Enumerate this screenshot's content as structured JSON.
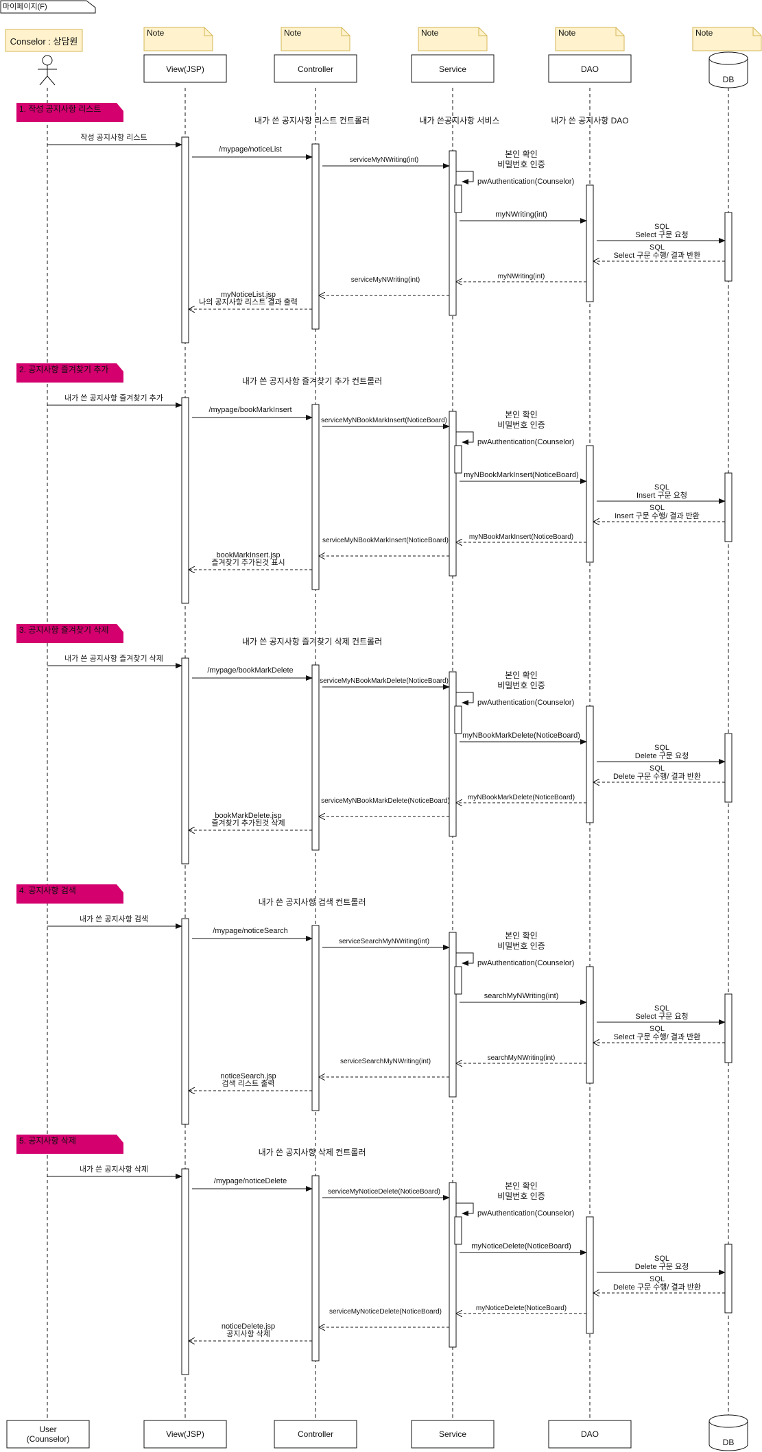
{
  "title": "마이페이지(F)",
  "actor": {
    "name": "Conselor : 상담원",
    "bottom": [
      "User",
      "(Counselor)"
    ]
  },
  "participants": [
    "View(JSP)",
    "Controller",
    "Service",
    "DAO",
    "DB"
  ],
  "note_label": "Note",
  "sections": [
    {
      "tag": "1. 작성 공지사항 리스트",
      "headers": [
        "내가 쓴 공지사항 리스트 컨트롤러",
        "내가 쓴공지사항 서비스",
        "내가 쓴 공지사항 DAO"
      ],
      "m1": "작성 공지사항 리스트",
      "m2": "/mypage/noticeList",
      "m3": "serviceMyNWriting(int)",
      "self_note": [
        "본인 확인",
        "비밀번호 인증"
      ],
      "self_call": "pwAuthentication(Counselor)",
      "m5": "myNWriting(int)",
      "db_req": [
        "SQL",
        "Select 구문 요청"
      ],
      "db_res": [
        "SQL",
        "Select 구문 수행/ 결과 반환"
      ],
      "r_dao": "myNWriting(int)",
      "r_svc": "serviceMyNWriting(int)",
      "r_view": [
        "myNoticeList.jsp",
        "나의 공지사항 리스트 결과 출력"
      ]
    },
    {
      "tag": "2. 공지사항 즐겨찾기 추가",
      "headers": [
        "내가 쓴 공지사항 즐겨찾기 추가 컨트롤러"
      ],
      "m1": "내가 쓴 공지사항 즐겨찾기 추가",
      "m2": "/mypage/bookMarkInsert",
      "m3": "serviceMyNBookMarkInsert(NoticeBoard)",
      "self_note": [
        "본인 확인",
        "비밀번호 인증"
      ],
      "self_call": "pwAuthentication(Counselor)",
      "m5": "myNBookMarkInsert(NoticeBoard)",
      "db_req": [
        "SQL",
        "Insert 구문 요청"
      ],
      "db_res": [
        "SQL",
        "Insert 구문 수행/ 결과 반환"
      ],
      "r_dao": "myNBookMarkInsert(NoticeBoard)",
      "r_svc": "serviceMyNBookMarkInsert(NoticeBoard)",
      "r_view": [
        "bookMarkInsert.jsp",
        "즐겨찾기 추가된것 표시"
      ]
    },
    {
      "tag": "3. 공지사항 즐겨찾기 삭제",
      "headers": [
        "내가 쓴 공지사항 즐겨찾기 삭제 컨트롤러"
      ],
      "m1": "내가 쓴 공지사항 즐겨찾기 삭제",
      "m2": "/mypage/bookMarkDelete",
      "m3": "serviceMyNBookMarkDelete(NoticeBoard)",
      "self_note": [
        "본인 확인",
        "비밀번호 인증"
      ],
      "self_call": "pwAuthentication(Counselor)",
      "m5": "myNBookMarkDelete(NoticeBoard)",
      "db_req": [
        "SQL",
        "Delete 구문 요청"
      ],
      "db_res": [
        "SQL",
        "Delete 구문 수행/ 결과 반환"
      ],
      "r_dao": "myNBookMarkDelete(NoticeBoard)",
      "r_svc": "serviceMyNBookMarkDelete(NoticeBoard)",
      "r_view": [
        "bookMarkDelete.jsp",
        "즐겨찾기 추가된것 삭제"
      ]
    },
    {
      "tag": "4. 공지사항 검색",
      "headers": [
        "내가 쓴 공지사항 검색 컨트롤러"
      ],
      "m1": "내가 쓴 공지사항 검색",
      "m2": "/mypage/noticeSearch",
      "m3": "serviceSearchMyNWriting(int)",
      "self_note": [
        "본인 확인",
        "비밀번호 인증"
      ],
      "self_call": "pwAuthentication(Counselor)",
      "m5": "searchMyNWriting(int)",
      "db_req": [
        "SQL",
        "Select 구문 요청"
      ],
      "db_res": [
        "SQL",
        "Select 구문 수행/ 결과 반환"
      ],
      "r_dao": "searchMyNWriting(int)",
      "r_svc": "serviceSearchMyNWriting(int)",
      "r_view": [
        "noticeSearch.jsp",
        "검색 리스트 출력"
      ]
    },
    {
      "tag": "5. 공지사항 삭제",
      "headers": [
        "내가 쓴 공지사항 삭제 컨트롤러"
      ],
      "m1": "내가 쓴 공지사항 삭제",
      "m2": "/mypage/noticeDelete",
      "m3": "serviceMyNoticeDelete(NoticeBoard)",
      "self_note": [
        "본인 확인",
        "비밀번호 인증"
      ],
      "self_call": "pwAuthentication(Counselor)",
      "m5": "myNoticeDelete(NoticeBoard)",
      "db_req": [
        "SQL",
        "Delete 구문 요청"
      ],
      "db_res": [
        "SQL",
        "Delete 구문 수행/ 결과 반환"
      ],
      "r_dao": "myNoticeDelete(NoticeBoard)",
      "r_svc": "serviceMyNoticeDelete(NoticeBoard)",
      "r_view": [
        "noticeDelete.jsp",
        "공지사항 삭제"
      ]
    }
  ],
  "colors": {
    "tag_fill": "#d3006e",
    "note_fill": "#fff2cc",
    "note_stroke": "#d6b656",
    "line": "#111111"
  }
}
